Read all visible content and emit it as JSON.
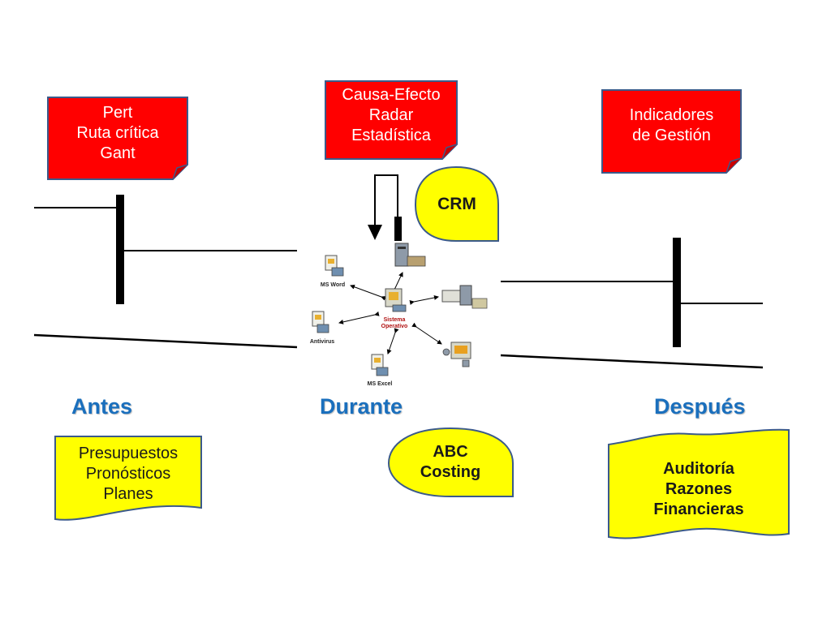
{
  "boxes": {
    "pert": [
      "Pert",
      "Ruta crítica",
      "Gant"
    ],
    "causa": [
      "Causa-Efecto",
      "Radar",
      "Estadística"
    ],
    "indicadores": [
      "Indicadores",
      "de Gestión"
    ],
    "presupuestos": [
      "Presupuestos",
      "Pronósticos",
      "Planes"
    ],
    "auditoria": [
      "Auditoría",
      "Razones",
      "Financieras"
    ]
  },
  "callouts": {
    "crm": "CRM",
    "abc": [
      "ABC",
      "Costing"
    ]
  },
  "phases": {
    "antes": "Antes",
    "durante": "Durante",
    "despues": "Después"
  },
  "network": {
    "center_line1": "Sistema",
    "center_line2": "Operativo",
    "ms_word": "MS Word",
    "antivirus": "Antivirus",
    "ms_excel": "MS Excel"
  },
  "colors": {
    "red_box": "#ff0000",
    "yellow_box": "#ffff00",
    "box_border": "#3b5a8a",
    "phase_text": "#1a6fbd"
  }
}
